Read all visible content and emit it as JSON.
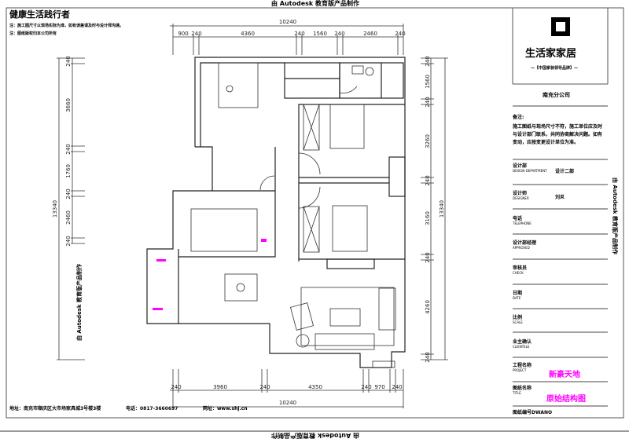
{
  "watermark": "由 Autodesk 教育版产品制作",
  "header": {
    "title": "健康生活践行者",
    "note_1": "注：施工图尺寸以现场实际为准，如有误差请及时与设计师沟通。",
    "note_2": "注：图纸版权归本公司所有"
  },
  "dimensions": {
    "top_total": "10240",
    "top_segments": [
      "900",
      "240",
      "4360",
      "240",
      "1560",
      "240",
      "2460",
      "240"
    ],
    "bottom_total": "10240",
    "bottom_segments": [
      "240",
      "3960",
      "240",
      "4350",
      "240",
      "970",
      "240"
    ],
    "left_total": "13340",
    "left_segments": [
      "240",
      "3660",
      "240",
      "1760",
      "240",
      "2460",
      "240"
    ],
    "right_total": "13340",
    "right_segments": [
      "240",
      "1560",
      "240",
      "3260",
      "240",
      "3160",
      "240",
      "4260",
      "240"
    ]
  },
  "title_block": {
    "brand": "生活家家居",
    "brand_sub": "—【中国家装领导品牌】—",
    "branch": "南充分公司",
    "notes_heading": "备注:",
    "notes_text": "施工图纸与现场尺寸不符，施工单位应及时与设计部门联系，共同协商解决问题。如有变动，应按变更设计单位为准。",
    "rows": [
      {
        "cn": "设计部",
        "en": "DESIGN DEPARTMENT",
        "value": "设计二部"
      },
      {
        "cn": "设计师",
        "en": "DESIGNER",
        "value": "刘炎"
      },
      {
        "cn": "电话",
        "en": "TELEPHONE",
        "value": ""
      },
      {
        "cn": "设计部经理",
        "en": "APPROVED",
        "value": ""
      },
      {
        "cn": "审核员",
        "en": "CHECK",
        "value": ""
      },
      {
        "cn": "日期",
        "en": "DATE",
        "value": ""
      },
      {
        "cn": "比例",
        "en": "SCALE",
        "value": ""
      },
      {
        "cn": "业主确认",
        "en": "CLIENTELE",
        "value": ""
      },
      {
        "cn": "工程名称",
        "en": "PROJECT",
        "value": "新豪天地"
      },
      {
        "cn": "图纸名称",
        "en": "TITLE",
        "value": "原始结构图"
      }
    ],
    "drawing_no_label": "图纸编号DWANO"
  },
  "footer": {
    "address": "地址：南充市顺庆区大市场家具城3号楼3楼",
    "phone": "电话：0817-3660697",
    "website": "网址：www.shj.cn"
  },
  "colors": {
    "accent": "#ff00ff",
    "line": "#000000"
  }
}
